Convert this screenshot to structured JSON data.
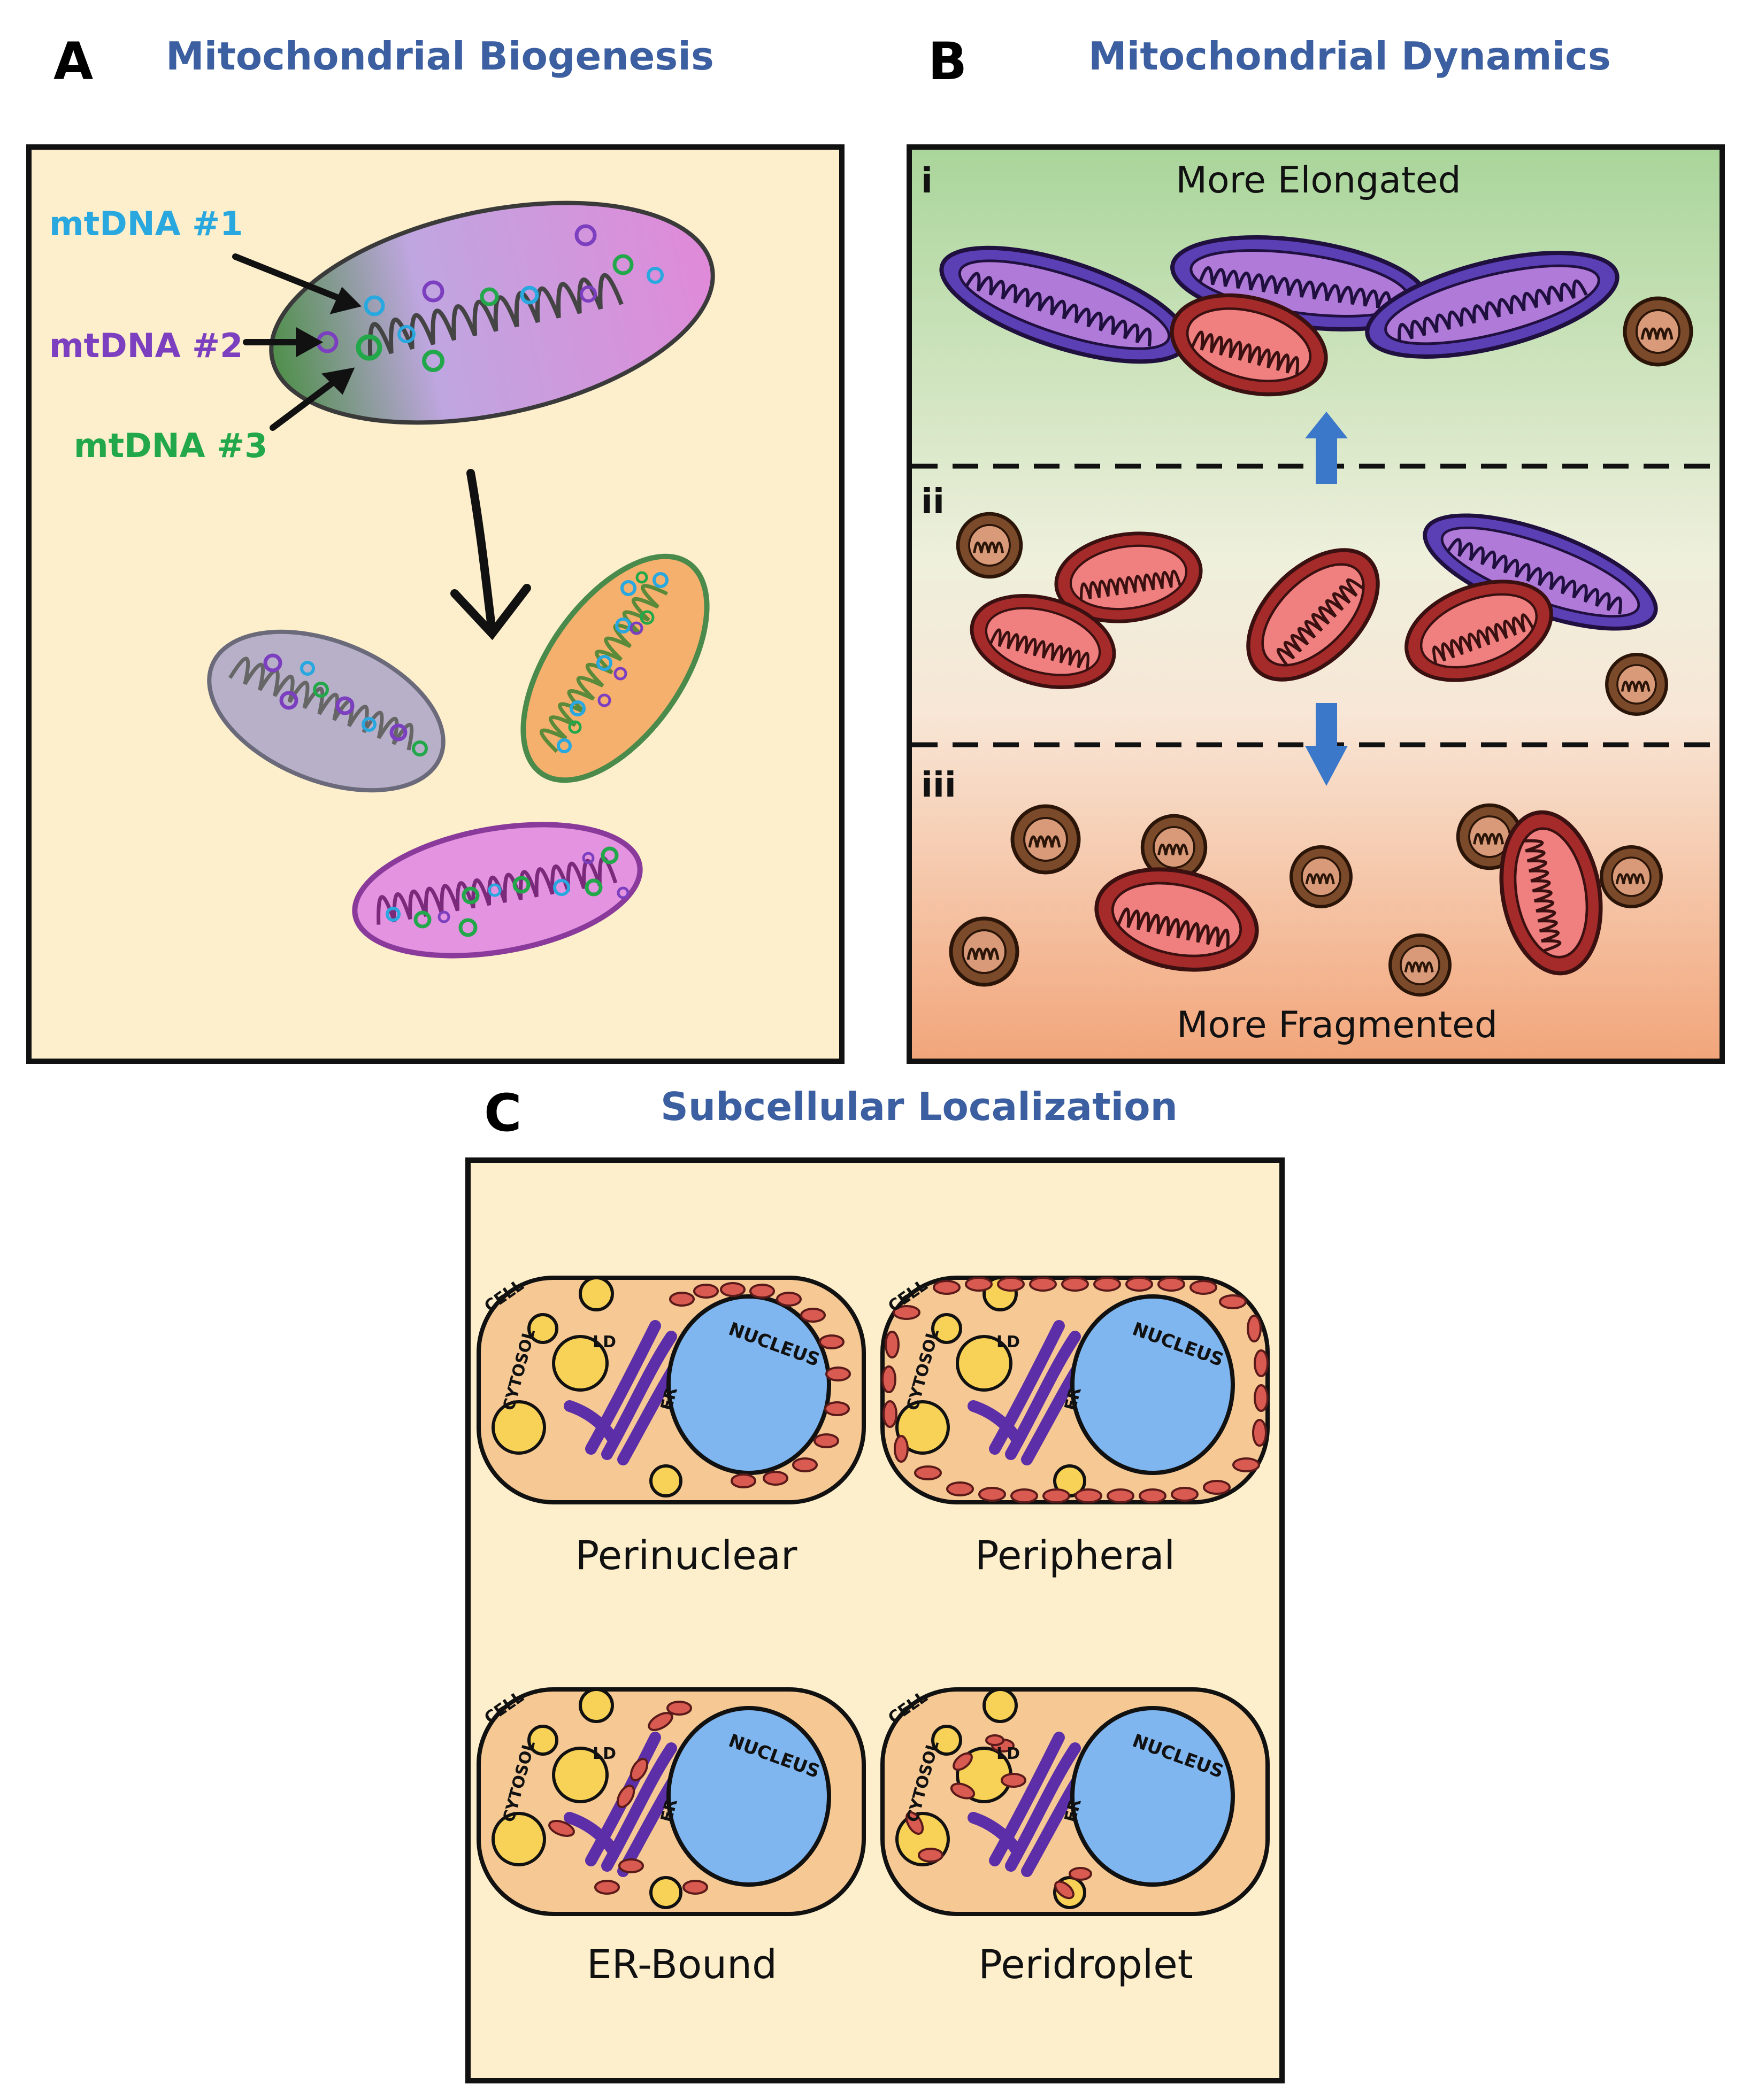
{
  "panels": {
    "a": {
      "letter": "A",
      "title": "Mitochondrial Biogenesis"
    },
    "b": {
      "letter": "B",
      "title": "Mitochondrial Dynamics"
    },
    "c": {
      "letter": "C",
      "title": "Subcellular Localization"
    }
  },
  "biogenesis": {
    "mtdna_labels": [
      "mtDNA #1",
      "mtDNA #2",
      "mtDNA #3"
    ],
    "colors": {
      "mtdna1": "#29a8e0",
      "mtdna2": "#7b3fbf",
      "mtdna3": "#22a84a"
    }
  },
  "dynamics": {
    "top_label": "More Elongated",
    "bottom_label": "More Fragmented",
    "rows": [
      "i",
      "ii",
      "iii"
    ],
    "colors": {
      "top": "#a9d59a",
      "bottom": "#f2a57a",
      "arrow": "#3b78c9"
    }
  },
  "localization": {
    "cell_labels": {
      "cell": "CELL",
      "cytosol": "CYTOSOL",
      "ld": "LD",
      "er": "ER",
      "nucleus": "NUCLEUS"
    },
    "phenotypes": [
      "Perinuclear",
      "Peripheral",
      "ER-Bound",
      "Peridroplet"
    ]
  },
  "colors": {
    "background": "#fdefcc",
    "title": "#3b5fa0"
  }
}
